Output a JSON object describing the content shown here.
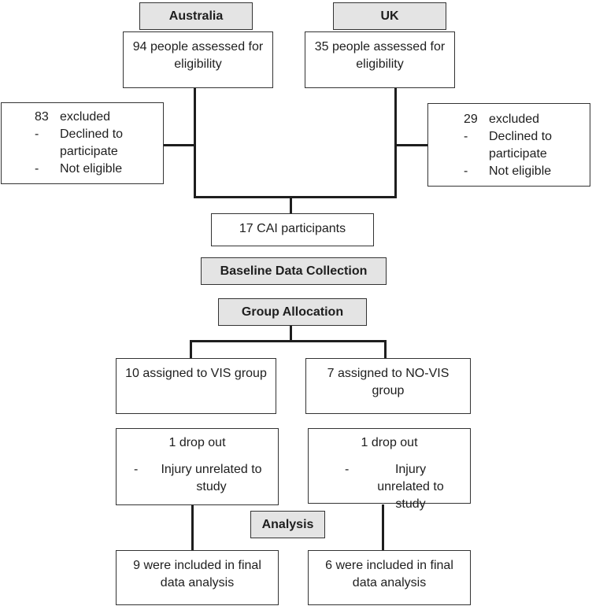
{
  "headers": {
    "australia": "Australia",
    "uk": "UK",
    "baseline": "Baseline Data Collection",
    "allocation": "Group Allocation",
    "analysis": "Analysis"
  },
  "australia": {
    "assessed": "94 people assessed for eligibility",
    "excluded": {
      "count": "83",
      "label": "excluded",
      "reasons": [
        "Declined to participate",
        "Not eligible"
      ]
    }
  },
  "uk": {
    "assessed": "35 people assessed for eligibility",
    "excluded": {
      "count": "29",
      "label": "excluded",
      "reasons": [
        "Declined to participate",
        "Not eligible"
      ]
    }
  },
  "participants": "17 CAI participants",
  "vis": {
    "assigned": "10 assigned to VIS group",
    "dropout": "1 drop out",
    "dropout_reason": "Injury unrelated to study",
    "final": "9 were included in final data analysis"
  },
  "novis": {
    "assigned": "7 assigned to NO-VIS group",
    "dropout": "1 drop out",
    "dropout_reason": "Injury unrelated to study",
    "final": "6 were included in final data analysis"
  },
  "bullet": "-"
}
